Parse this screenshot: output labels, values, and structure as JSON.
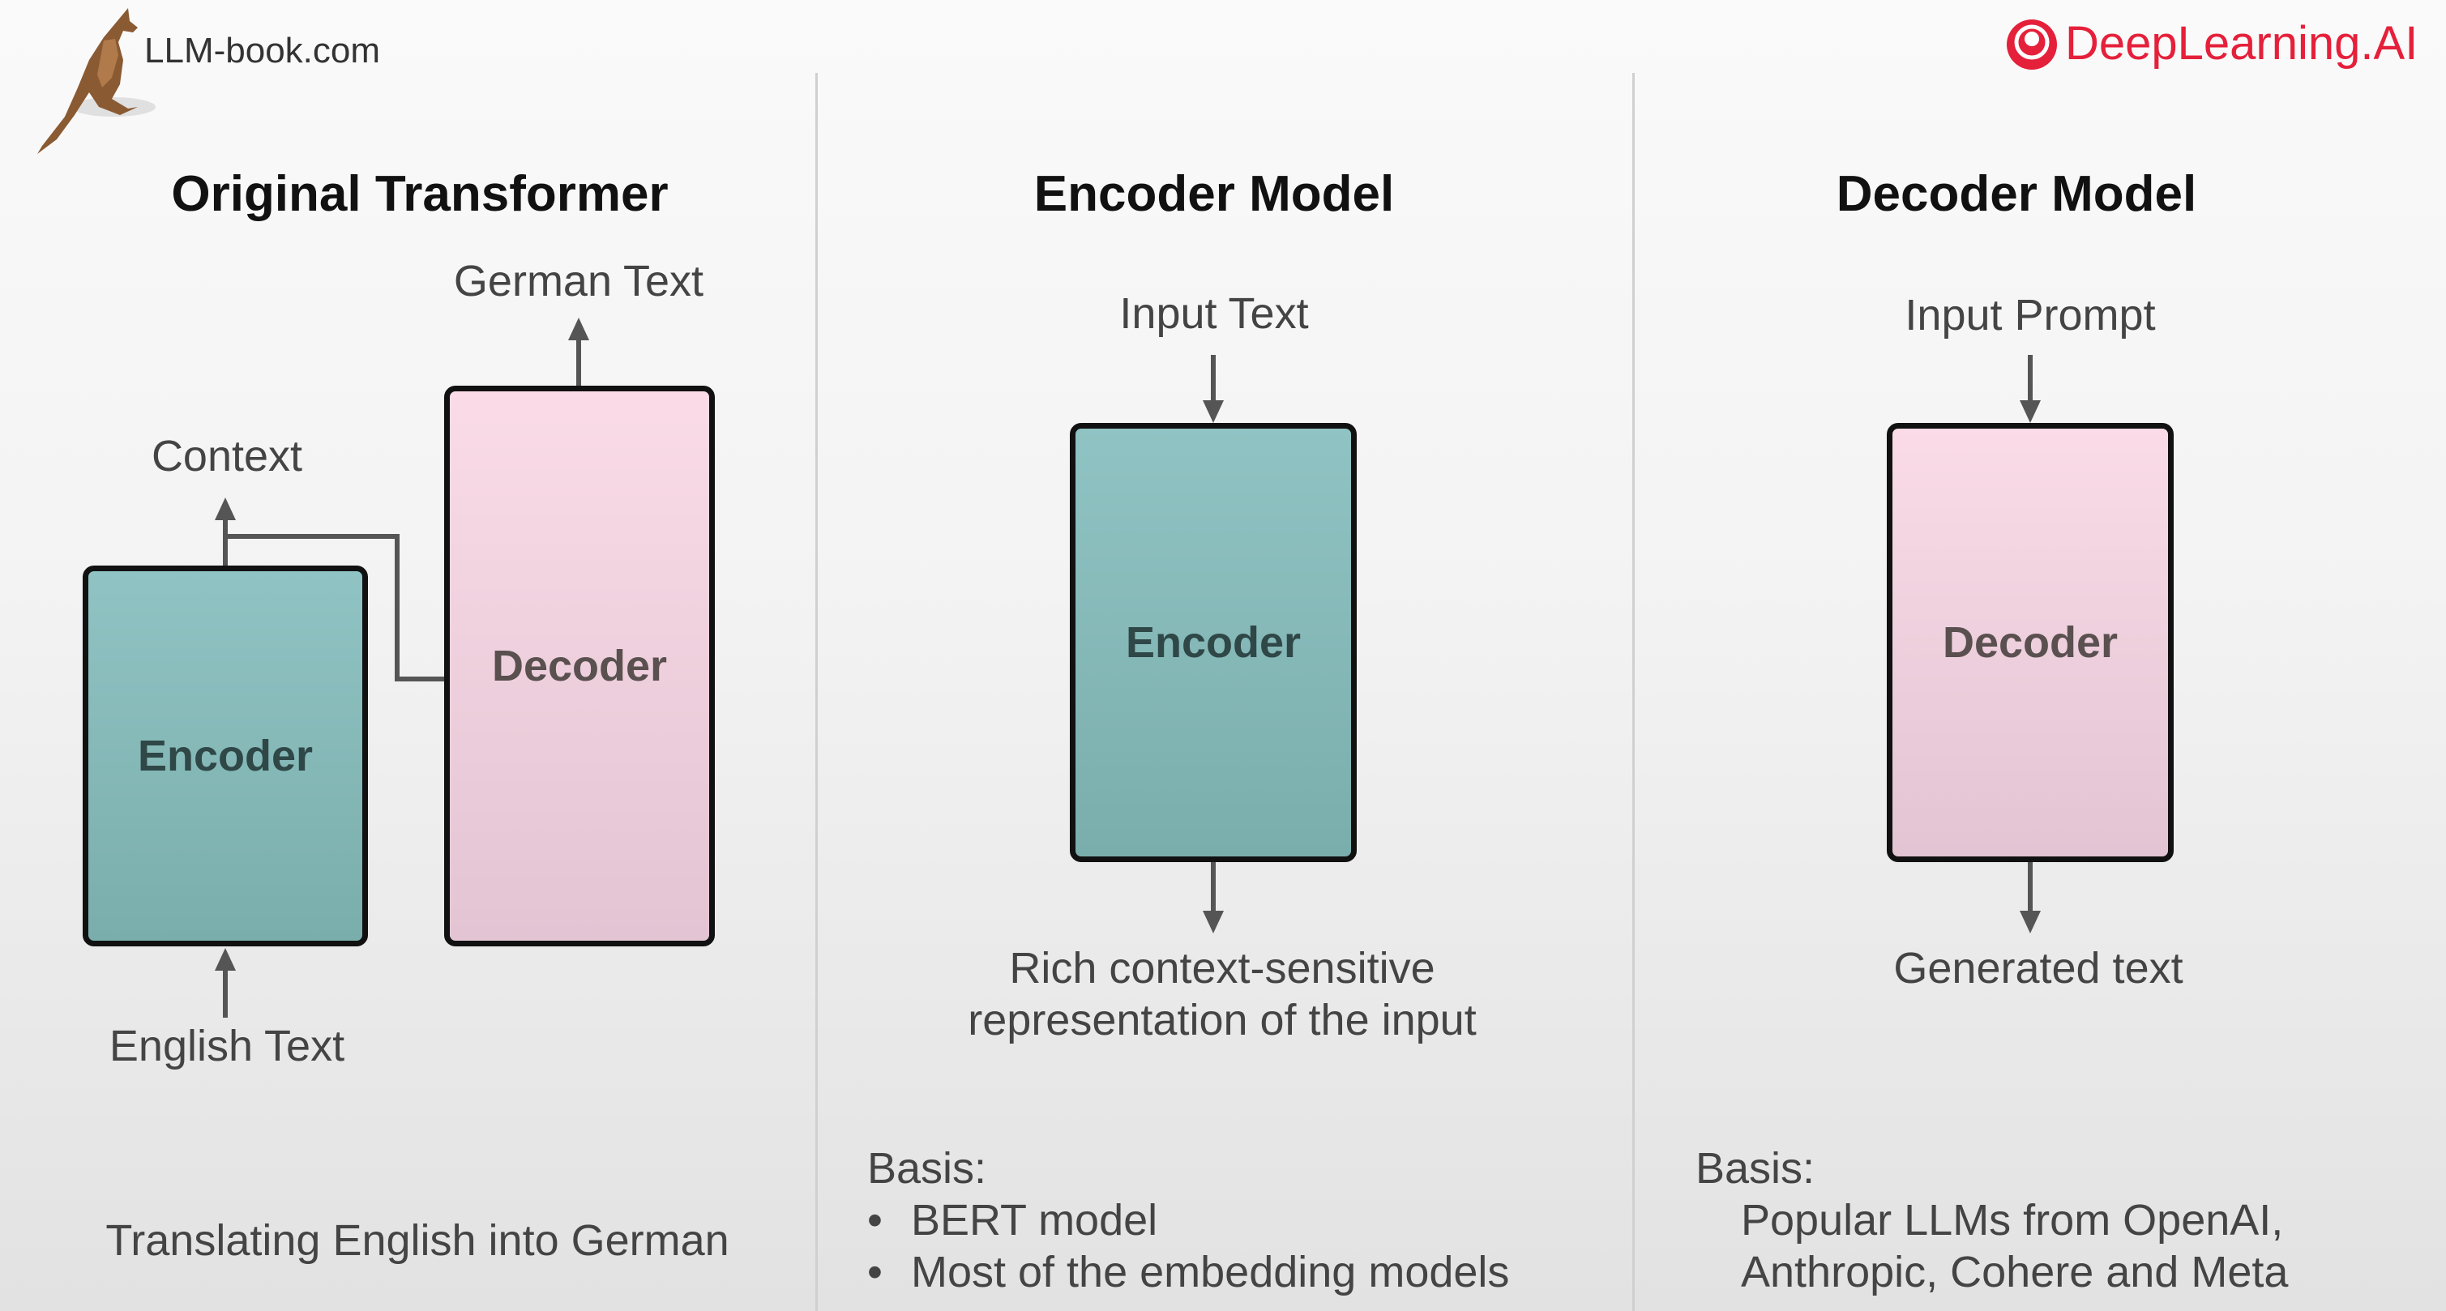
{
  "branding": {
    "site_label": "LLM-book.com",
    "brand_label": "DeepLearning.AI",
    "brand_color": "#e5203a"
  },
  "panels": {
    "original": {
      "title": "Original Transformer",
      "encoder_label": "Encoder",
      "decoder_label": "Decoder",
      "context_label": "Context",
      "output_label": "German Text",
      "input_label": "English Text",
      "caption": "Translating English into German"
    },
    "encoder_model": {
      "title": "Encoder Model",
      "input_label": "Input Text",
      "box_label": "Encoder",
      "output_line1": "Rich context-sensitive",
      "output_line2": "representation of the input",
      "basis_heading": "Basis:",
      "basis_items": [
        "BERT model",
        "Most of the embedding models"
      ]
    },
    "decoder_model": {
      "title": "Decoder Model",
      "input_label": "Input Prompt",
      "box_label": "Decoder",
      "output_label": "Generated text",
      "basis_heading": "Basis:",
      "basis_line1": "Popular LLMs from OpenAI,",
      "basis_line2": "Anthropic, Cohere and Meta"
    }
  },
  "colors": {
    "encoder_fill": "#88bbbb",
    "decoder_fill": "#f3d3e0",
    "arrow": "#555555"
  }
}
